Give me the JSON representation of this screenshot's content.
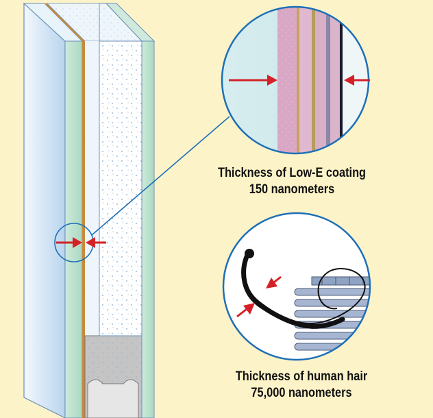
{
  "coating": {
    "label_line1": "Thickness of  Low-E coating",
    "label_line2": "150 nanometers"
  },
  "hair": {
    "label_line1": "Thickness of human hair",
    "label_line2": "75,000 nanometers"
  },
  "colors": {
    "background": "#fdf3c8",
    "glass_edge": "#bfe3d2",
    "glass_face": "#eaf4fa",
    "glass_shadow": "#a9c9e8",
    "circle_outline": "#1d6fb8",
    "arrow": "#d42127",
    "coating_film": "#d9a7c4"
  }
}
